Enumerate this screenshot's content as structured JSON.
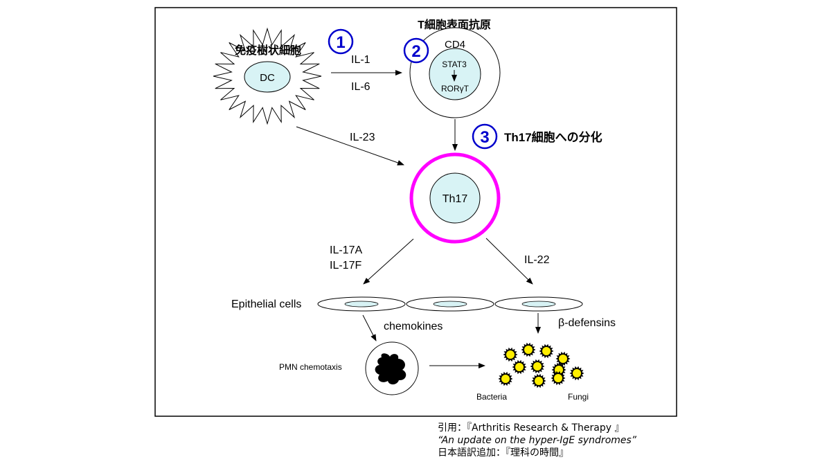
{
  "labels": {
    "dc_title": "免疫樹状細胞",
    "dc": "DC",
    "t_surface_antigen": "T細胞表面抗原",
    "cd4": "CD4",
    "stat3": "STAT3",
    "rorgt": "RORγT",
    "il1": "IL-1",
    "il6": "IL-6",
    "il23": "IL-23",
    "th17": "Th17",
    "differentiation": "Th17細胞への分化",
    "il17a": "IL-17A",
    "il17f": "IL-17F",
    "il22": "IL-22",
    "epithelial": "Epithelial cells",
    "chemokines": "chemokines",
    "defensins": "β-defensins",
    "pmn": "PMN chemotaxis",
    "bacteria": "Bacteria",
    "fungi": "Fungi"
  },
  "steps": [
    "1",
    "2",
    "3"
  ],
  "citation": {
    "line1": "引用：『Arthritis Research & Therapy 』",
    "line2": "“An update on the hyper-IgE syndromes”",
    "line3": "日本語訳追加：『理科の時間』"
  },
  "colors": {
    "cell_fill": "#d8f3f5",
    "step_number": "#0000cc",
    "th17_ring": "#ff00ff",
    "microbe": "#ffee00"
  }
}
